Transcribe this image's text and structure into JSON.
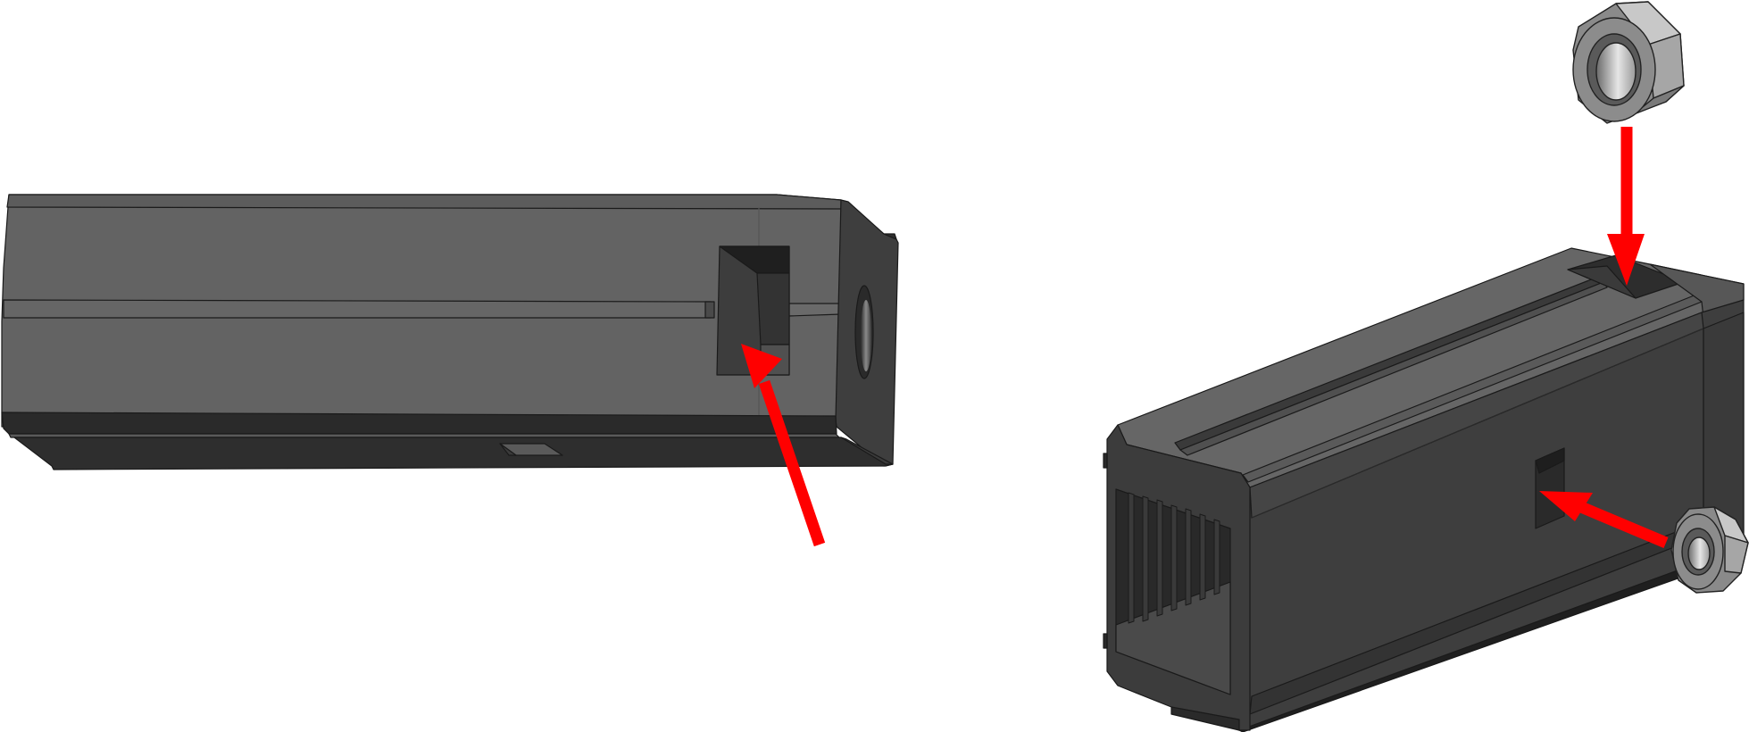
{
  "figure": {
    "views": [
      {
        "id": "housing-side-view",
        "part": "housing",
        "view": "side"
      },
      {
        "id": "housing-isometric-view",
        "part": "housing",
        "view": "isometric"
      }
    ],
    "parts": [
      "housing",
      "hex-nut",
      "hex-nut"
    ],
    "annotations": [
      {
        "type": "arrow",
        "view": "side",
        "points_to": "nut-pocket-side",
        "color": "#ff0000"
      },
      {
        "type": "arrow",
        "view": "isometric",
        "points_to": "nut-pocket-top",
        "color": "#ff0000"
      },
      {
        "type": "arrow",
        "view": "isometric",
        "points_to": "nut-pocket-side",
        "color": "#ff0000"
      }
    ]
  },
  "colors": {
    "background": "#ffffff",
    "housing_light": "#636363",
    "housing_mid": "#545454",
    "housing_dark": "#3c3c3c",
    "housing_darkest": "#262626",
    "outline": "#1a1a1a",
    "nut_face": "#9a9a9a",
    "nut_side": "#c8c8c8",
    "nut_bore": "#e0e0e0",
    "arrow": "#ff0000"
  }
}
